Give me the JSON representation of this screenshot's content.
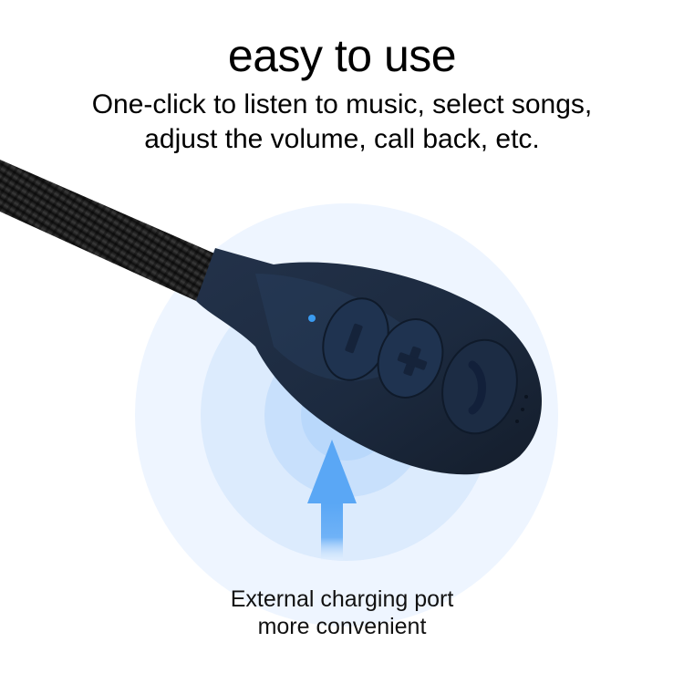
{
  "header": {
    "title": "easy to use",
    "subtitle_line1": "One-click to listen to music, select songs,",
    "subtitle_line2": "adjust the volume, call back, etc."
  },
  "product": {
    "name": "headset inline control",
    "buttons": [
      {
        "label": "minus",
        "icon": "minus-icon"
      },
      {
        "label": "plus",
        "icon": "plus-icon"
      },
      {
        "label": "call",
        "icon": "phone-icon"
      }
    ],
    "indicator_color": "#3a9bf0",
    "body_color": "#1e2b3d"
  },
  "callout": {
    "line1": "External charging port",
    "line2": "more convenient",
    "arrow_color": "#5aa7f5",
    "ring_colors": [
      "#eef5ff",
      "#dcebfd",
      "#c8e0fc"
    ]
  }
}
